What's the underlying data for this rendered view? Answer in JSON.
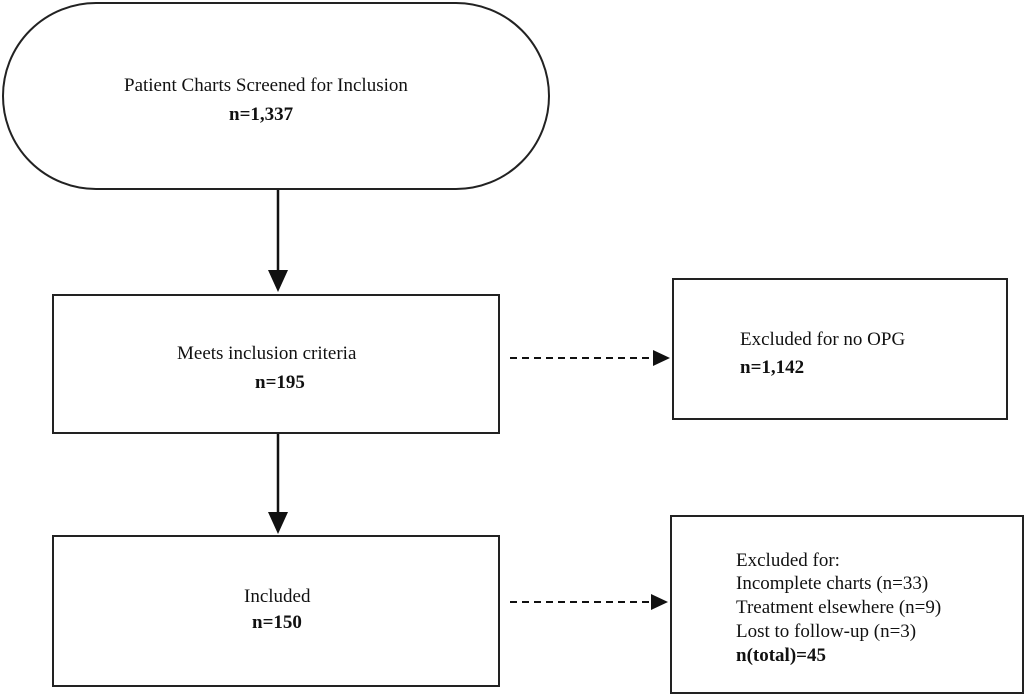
{
  "screening": {
    "label": "Patient Charts Screened  for Inclusion",
    "count": "n=1,337"
  },
  "inclusion": {
    "label": "Meets inclusion criteria",
    "count": "n=195"
  },
  "excluded_no_opg": {
    "label": "Excluded for no OPG",
    "count": "n=1,142"
  },
  "included": {
    "label": "Included",
    "count": "n=150"
  },
  "excluded_other": {
    "heading": "Excluded for:",
    "reasons": [
      "Incomplete charts  (n=33)",
      "Treatment  elsewhere  (n=9)",
      "Lost to follow-up  (n=3)"
    ],
    "total": "n(total)=45"
  },
  "colors": {
    "stroke": "#222222",
    "text": "#111111",
    "background": "#ffffff"
  }
}
